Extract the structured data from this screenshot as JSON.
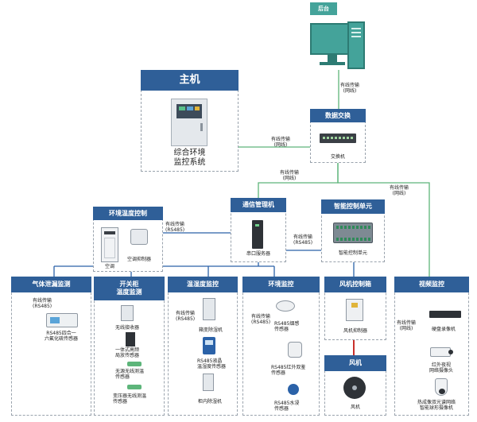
{
  "colors": {
    "header": "#2f5f98",
    "green_line": "#5db57a",
    "blue_line": "#2b62a8",
    "red_line": "#c9302c",
    "monitor": "#44a39a"
  },
  "backend": {
    "label": "后台"
  },
  "host": {
    "title": "主机",
    "caption_line1": "综合环境",
    "caption_line2": "监控系统"
  },
  "exchange": {
    "title": "数据交换",
    "device_label": "交换机"
  },
  "comm": {
    "title": "通信管理机",
    "device_label": "串口服务器"
  },
  "smart": {
    "title": "智能控制单元",
    "device_label": "智能控制单元"
  },
  "env_temp": {
    "title": "环境温度控制",
    "ac_label": "空调",
    "controller_label": "空调抑制器"
  },
  "gas": {
    "title": "气体泄漏监测",
    "link_line1": "有线传输",
    "link_line2": "(RS485)",
    "device_line1": "RS485四合一",
    "device_line2": "六氟化硫传感器"
  },
  "switchgear": {
    "title_line1": "开关柜",
    "title_line2": "温度监测",
    "devices": [
      "无线接收器",
      "一体式高频",
      "局放传感器",
      "无源无线测温",
      "传感器",
      "变压器无线测温",
      "传感器"
    ]
  },
  "humidity": {
    "title": "温湿度监控",
    "link_line1": "有线传输",
    "link_line2": "(RS485)",
    "devices": [
      "箱变除湿机",
      "RS485液晶",
      "温湿度传感器",
      "柜内除湿机"
    ]
  },
  "env_mon": {
    "title": "环境监控",
    "link_line1": "有线传输",
    "link_line2": "(RS485)",
    "devices": [
      "RS485烟感",
      "传感器",
      "RS485红外双鉴",
      "传感器",
      "RS485水浸",
      "传感器"
    ]
  },
  "fan_box": {
    "title": "风机控制箱",
    "device_label": "风机抑制器"
  },
  "fan": {
    "title": "风机",
    "device_label": "风机"
  },
  "video": {
    "title": "视频监控",
    "link_line1": "有线传输",
    "link_line2": "(网线)",
    "devices": [
      "硬盘录像机",
      "红外夜视",
      "网络摄像头",
      "热成像双光谱网络",
      "智能球形摄像机"
    ]
  },
  "links": {
    "backend_exchange": [
      "有线传输",
      "(网线)"
    ],
    "host_exchange": [
      "有线传输",
      "(网线)"
    ],
    "exchange_comm": [
      "有线传输",
      "(网线)"
    ],
    "exchange_video": [
      "有线传输",
      "(网线)"
    ],
    "envtemp_comm": [
      "有线传输",
      "(RS485)"
    ],
    "comm_smart": [
      "有线传输",
      "(RS485)"
    ]
  }
}
